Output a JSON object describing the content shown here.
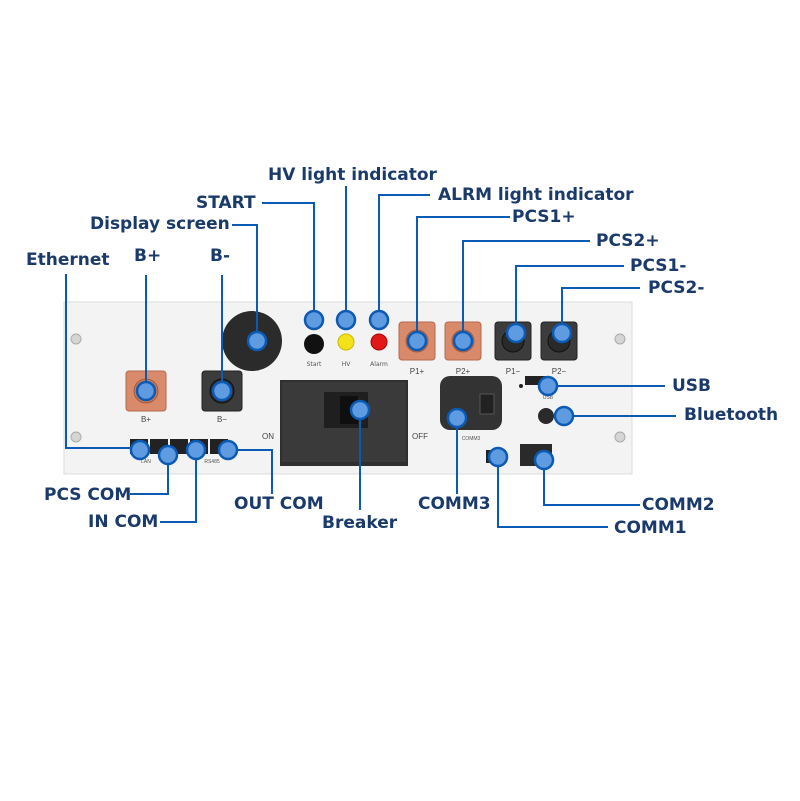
{
  "colors": {
    "accent": "#0b5bb5",
    "label": "#1a3a6b",
    "panel": "#f4f4f4",
    "copper": "#d98a6a",
    "dark": "#333333"
  },
  "callouts": {
    "hv_light": "HV light indicator",
    "alrm_light": "ALRM light indicator",
    "start": "START",
    "display": "Display screen",
    "pcs1_plus": "PCS1+",
    "pcs2_plus": "PCS2+",
    "pcs1_minus": "PCS1-",
    "pcs2_minus": "PCS2-",
    "ethernet": "Ethernet",
    "b_plus": "B+",
    "b_minus": "B-",
    "usb": "USB",
    "bluetooth": "Bluetooth",
    "pcs_com": "PCS COM",
    "in_com": "IN COM",
    "out_com": "OUT COM",
    "breaker": "Breaker",
    "comm3": "COMM3",
    "comm2": "COMM2",
    "comm1": "COMM1"
  },
  "panel_labels": {
    "start": "Start",
    "hv": "HV",
    "alarm": "Alarm",
    "p1_plus": "P1+",
    "p2_plus": "P2+",
    "p1_minus": "P1−",
    "p2_minus": "P2−",
    "b_plus": "B+",
    "b_minus": "B−",
    "on": "ON",
    "off": "OFF",
    "lan": "LAN",
    "rs485": "RS485",
    "comm3": "COMM3",
    "usb": "USB"
  }
}
